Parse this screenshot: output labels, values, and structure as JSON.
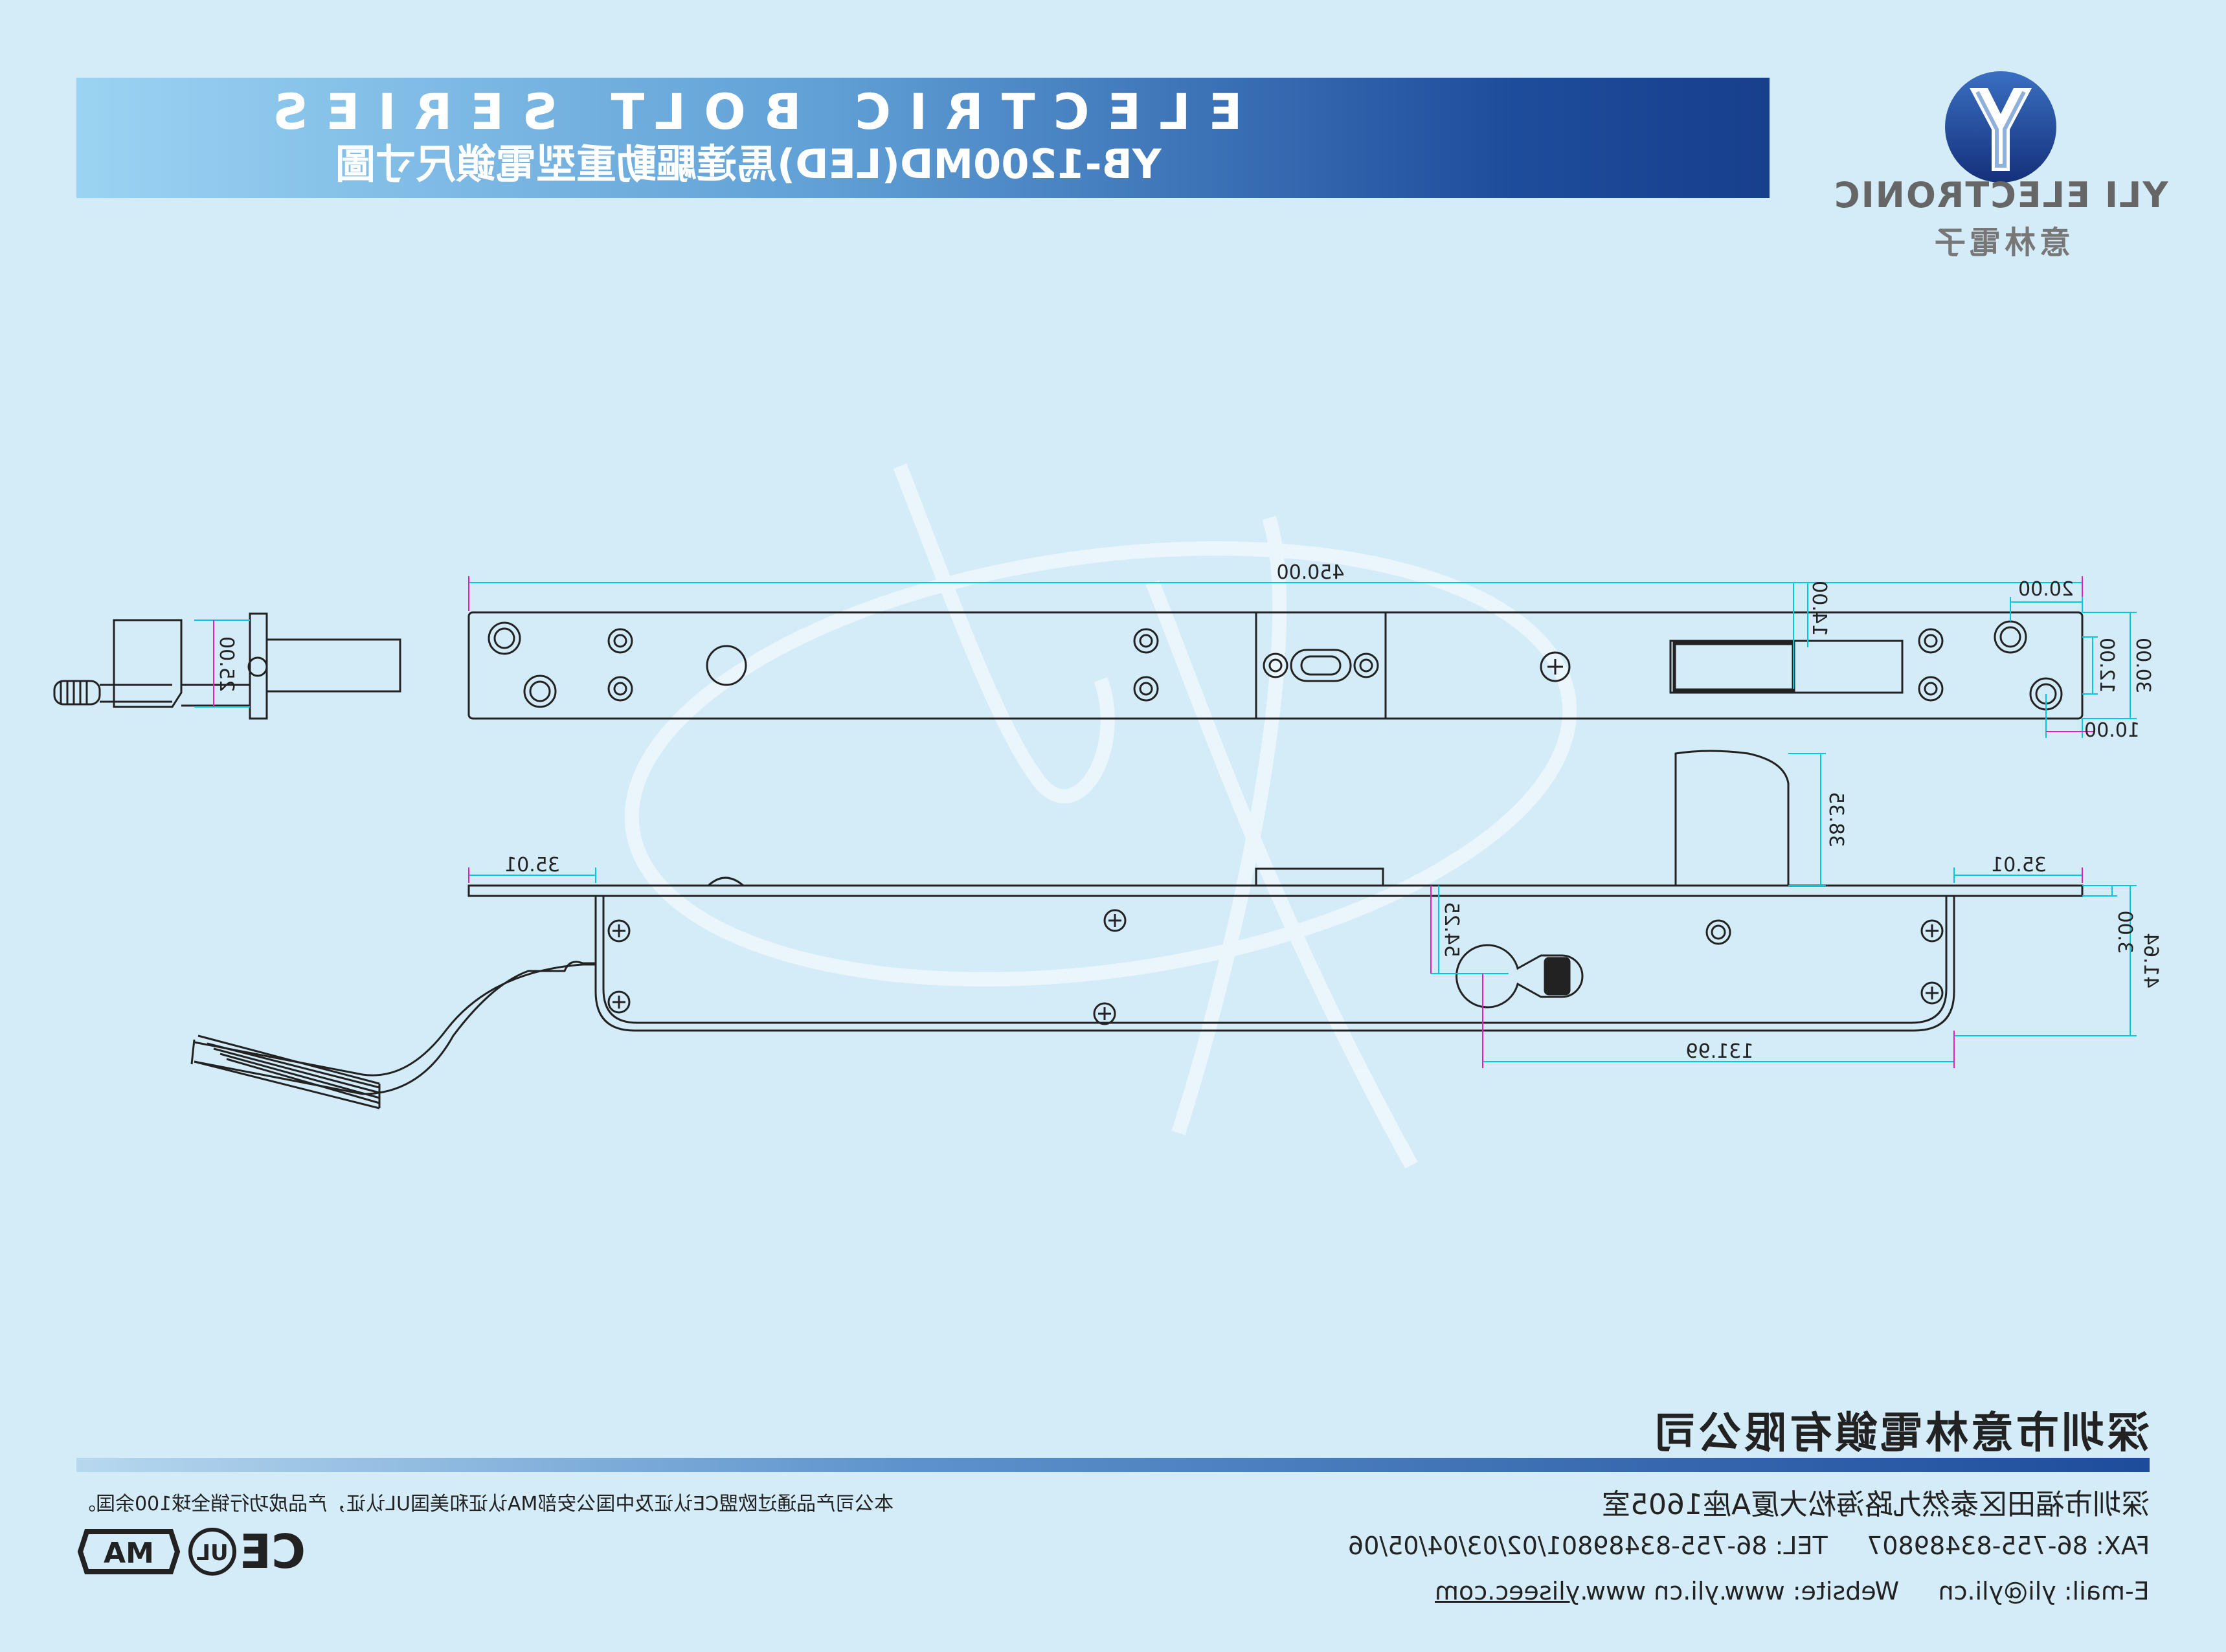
{
  "header": {
    "title_en": "ELECTRIC BOLT SERIES",
    "title_cn": "YB-1200MD(LED)馬達驅動重型電鎖尺寸圖"
  },
  "brand": {
    "logo_icon": "yli-y-logo-icon",
    "name": "YLI ELECTRONIC",
    "name_cn": "意林電子"
  },
  "dimensions": {
    "total_length": "450.00",
    "end_offset": "20.00",
    "bolt_slot_width": "14.00",
    "hole_spacing": "12.00",
    "plate_height": "30.00",
    "hole_edge": "10.00",
    "wire_side_height": "25.00",
    "bolt_projection": "38.35",
    "left_flange": "35.01",
    "right_flange": "35.01",
    "keyhole_offset": "54.25",
    "body_top": "3.00",
    "body_depth": "41.64",
    "keyhole_to_end": "131.99"
  },
  "footer": {
    "company": "深圳市意林電鎖有限公司",
    "address": "深圳市福田区泰然九路海松大厦A座1605室",
    "tel": "TEL: 86-755-83489801/02/03/04/05/06",
    "fax": "FAX: 86-755-83489807",
    "website_label": "Website: www.yli.cn www.",
    "website_link": "yliseec.com",
    "email": "E-mail: yli@yli.cn",
    "cert_note": "本公司产品通过欧盟CE认证及中国公安部MA认证和美国UL认证，产品成功行销全球100余国。",
    "cert_logos": {
      "ma": "MA",
      "ul": "UL",
      "ce": "CE"
    }
  },
  "colors": {
    "background": "#d4ecf8",
    "header_dark": "#1e4c9c",
    "header_light": "#9bd3f3",
    "dimension_cyan": "#00c8e0",
    "dimension_magenta": "#e020c0",
    "outline": "#222222"
  }
}
